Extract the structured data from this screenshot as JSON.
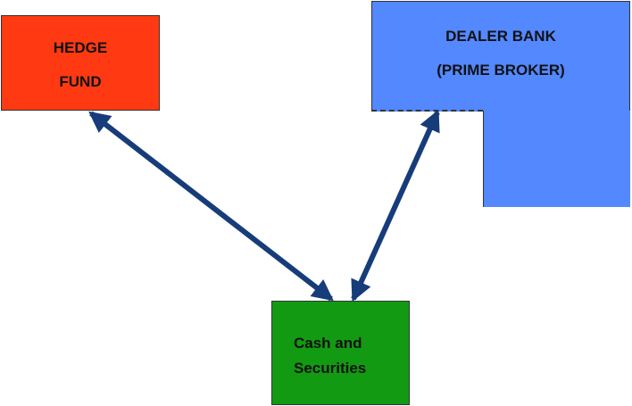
{
  "colors": {
    "hedge_fund": "#ff3a12",
    "dealer_bank": "#5388ff",
    "cash": "#139a13",
    "arrow": "#173c7a"
  },
  "hedge_fund": {
    "line1": "HEDGE",
    "line2": "FUND"
  },
  "dealer_bank": {
    "line1": "DEALER BANK",
    "line2": "(PRIME BROKER)"
  },
  "cash_securities": {
    "line1": "Cash and",
    "line2": "Securities"
  },
  "arrows": [
    {
      "from": "hedge-fund",
      "to": "cash-securities",
      "direction": "bidirectional"
    },
    {
      "from": "dealer-bank",
      "to": "cash-securities",
      "direction": "bidirectional"
    }
  ]
}
